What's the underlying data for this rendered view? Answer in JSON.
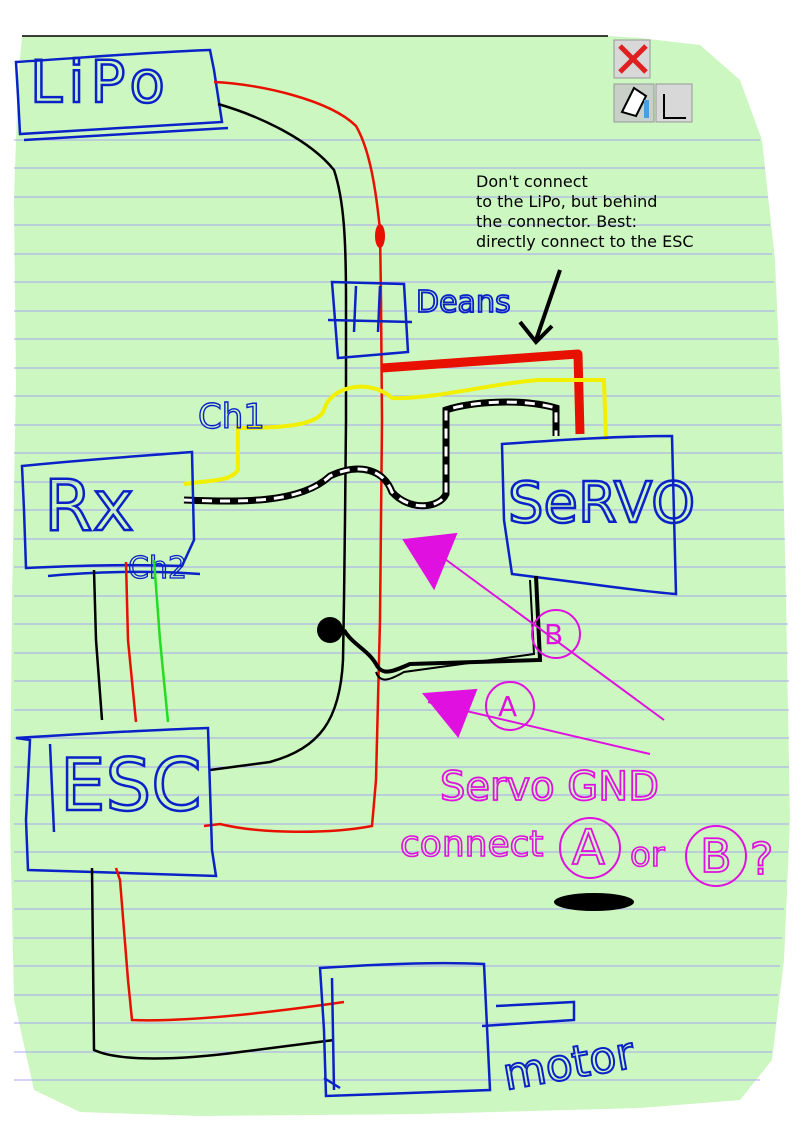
{
  "colors": {
    "paper": "#ccf7c0",
    "rule_line": "#a9a6f0",
    "blue_ink": "#0a22c8",
    "red_ink": "#e81000",
    "black_ink": "#000000",
    "yellow_ink": "#f1f000",
    "green_ink": "#22dd22",
    "magenta_ink": "#e010e0"
  },
  "toolbar": {
    "close_icon": "close-icon",
    "pen_icon": "pen-icon",
    "page_icon": "page-icon"
  },
  "note": {
    "line1": "Don't connect",
    "line2": "to the LiPo, but behind",
    "line3": "the connector. Best:",
    "line4": "directly connect to the ESC"
  },
  "labels": {
    "lipo": "LiPo",
    "deans": "Deans",
    "ch1": "Ch1",
    "ch2": "Ch2",
    "rx": "Rx",
    "servo": "SeRVO",
    "esc": "ESC",
    "motor": "motor",
    "point_a": "A",
    "point_b": "B",
    "question_line1": "Servo GND",
    "question_connect": "connect",
    "question_or": "or",
    "question_mark": "?"
  }
}
